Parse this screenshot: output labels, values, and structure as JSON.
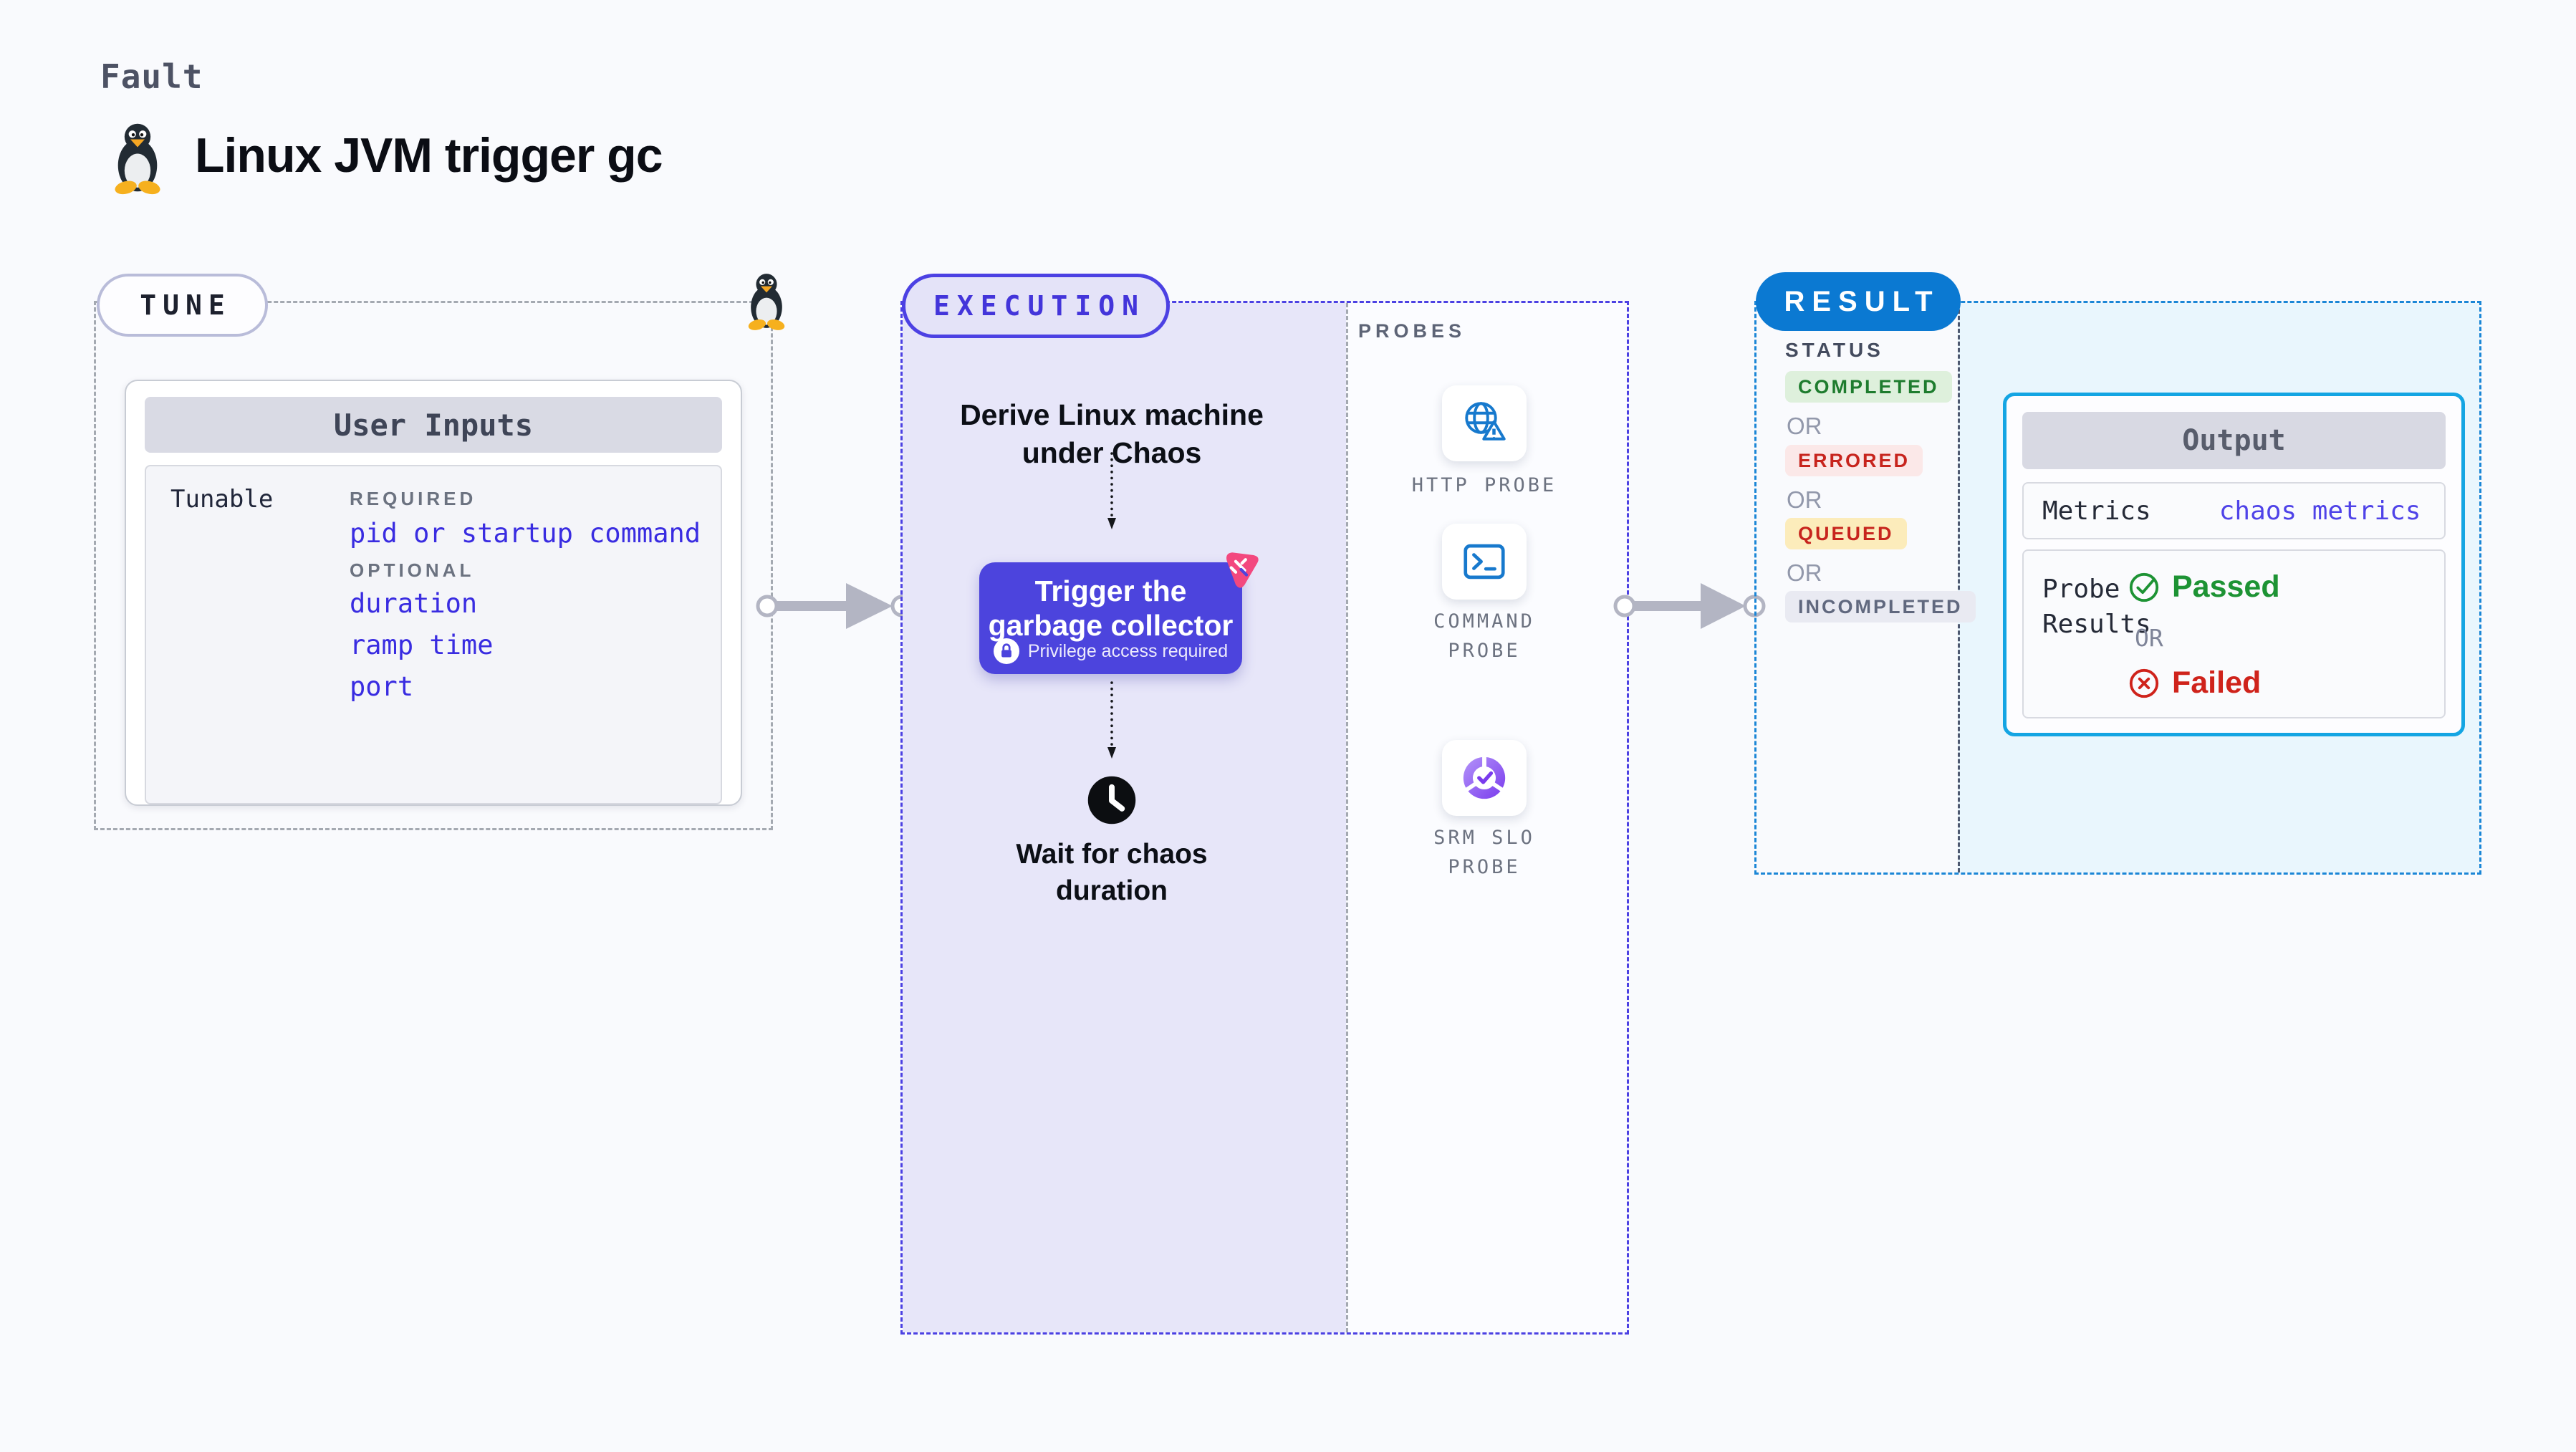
{
  "page": {
    "background": "#f9fafd"
  },
  "header": {
    "eyebrow": "Fault",
    "title": "Linux JVM trigger gc",
    "icon": "tux-penguin-icon"
  },
  "tune": {
    "badge_label": "TUNE",
    "corner_icon": "tux-penguin-icon",
    "card": {
      "title": "User Inputs",
      "row_label": "Tunable",
      "required_label": "REQUIRED",
      "required_items": [
        "pid or startup command"
      ],
      "optional_label": "OPTIONAL",
      "optional_items": [
        "duration",
        "ramp time",
        "port"
      ],
      "link_color": "#392ce1"
    }
  },
  "execution": {
    "badge_label": "EXECUTION",
    "accent_color": "#4c41e3",
    "panel_color": "#e7e6f9",
    "derive_label": "Derive Linux machine under Chaos",
    "trigger_label": "Trigger the garbage collector",
    "privilege_note": "Privilege access required",
    "wait_label": "Wait for chaos duration",
    "chaos_icon_color": "#f3487f",
    "trigger_box_color": "#4c44dd"
  },
  "probes": {
    "title": "PROBES",
    "items": [
      {
        "label": "HTTP PROBE",
        "icon": "globe-alert-icon"
      },
      {
        "label": "COMMAND PROBE",
        "icon": "terminal-icon"
      },
      {
        "label": "SRM SLO PROBE",
        "icon": "slo-pie-icon"
      }
    ],
    "icon_blue": "#1779cd",
    "icon_purple": "#7a3bed"
  },
  "result": {
    "badge_label": "RESULT",
    "badge_color": "#0b79d2",
    "border_color": "#1b86d6",
    "panel_color": "#e9f6fd",
    "status_title": "STATUS",
    "or_label": "OR",
    "statuses": [
      {
        "label": "COMPLETED",
        "fg": "#1e7c2e",
        "bg": "#def0dc"
      },
      {
        "label": "ERRORED",
        "fg": "#c7241d",
        "bg": "#fbe8e8"
      },
      {
        "label": "QUEUED",
        "fg": "#c7241d",
        "bg": "#fcecbb"
      },
      {
        "label": "INCOMPLETED",
        "fg": "#60687e",
        "bg": "#e9eaf2"
      }
    ],
    "output": {
      "title": "Output",
      "metrics_label": "Metrics",
      "metrics_link": "chaos metrics",
      "probe_results_label": "Probe Results",
      "passed_label": "Passed",
      "or_label": "OR",
      "failed_label": "Failed",
      "passed_color": "#1d9334",
      "failed_color": "#cf231b",
      "border_color": "#14a5e3"
    }
  }
}
